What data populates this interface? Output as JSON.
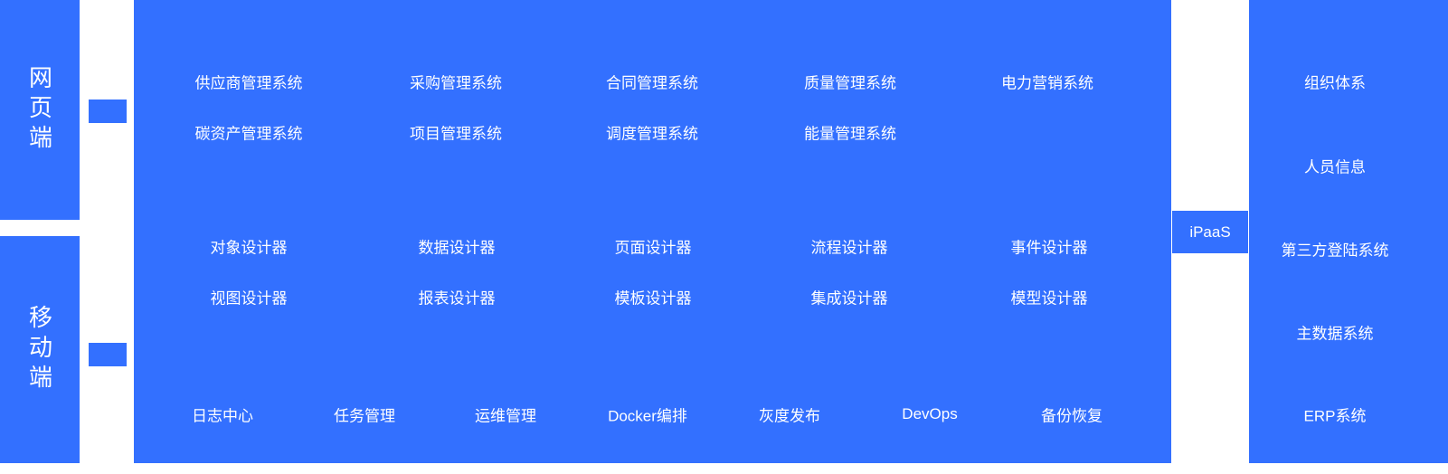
{
  "colors": {
    "primary_blue": "#3370FF",
    "text_white": "#FFFFFF"
  },
  "left_panels": [
    {
      "label": "网页端"
    },
    {
      "label": "移动端"
    }
  ],
  "main": {
    "apps": [
      [
        "供应商管理系统",
        "采购管理系统",
        "合同管理系统",
        "质量管理系统",
        "电力营销系统"
      ],
      [
        "碳资产管理系统",
        "项目管理系统",
        "调度管理系统",
        "能量管理系统"
      ]
    ],
    "designers": [
      [
        "对象设计器",
        "数据设计器",
        "页面设计器",
        "流程设计器",
        "事件设计器"
      ],
      [
        "视图设计器",
        "报表设计器",
        "模板设计器",
        "集成设计器",
        "模型设计器"
      ]
    ],
    "ops": [
      "日志中心",
      "任务管理",
      "运维管理",
      "Docker编排",
      "灰度发布",
      "DevOps",
      "备份恢复"
    ]
  },
  "ipaas": {
    "label": "iPaaS"
  },
  "right_panel": {
    "items": [
      "组织体系",
      "人员信息",
      "第三方登陆系统",
      "主数据系统",
      "ERP系统"
    ]
  }
}
